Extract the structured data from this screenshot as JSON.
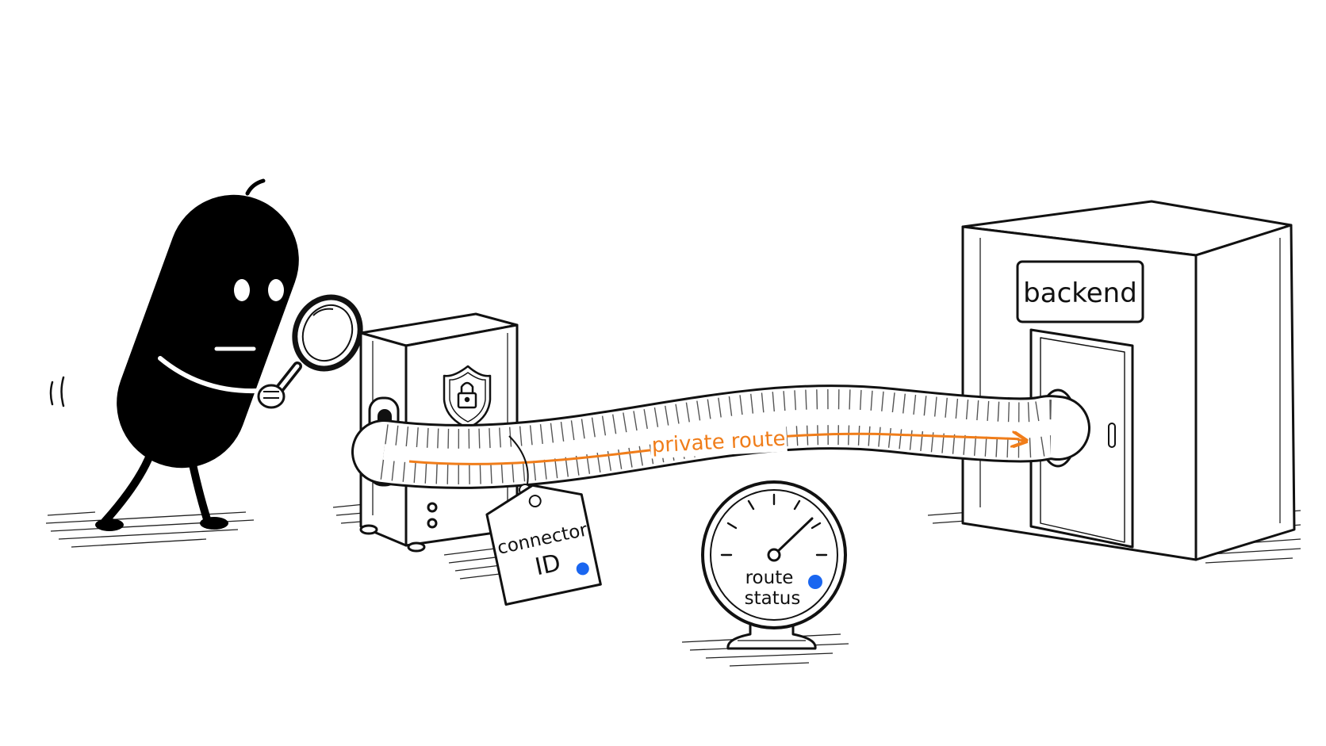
{
  "labels": {
    "backend": "backend",
    "private_route": "private route",
    "connector_id_line1": "connector",
    "connector_id_line2": "ID",
    "route_status_line1": "route",
    "route_status_line2": "status"
  },
  "icons": {
    "connector_box": "shield-lock-icon",
    "gauge": "gauge-icon",
    "inspector": "magnifying-glass-icon"
  },
  "colors": {
    "ink": "#111111",
    "route_arrow": "#f07d1a",
    "status_dot": "#1a66f0",
    "background": "#ffffff"
  }
}
